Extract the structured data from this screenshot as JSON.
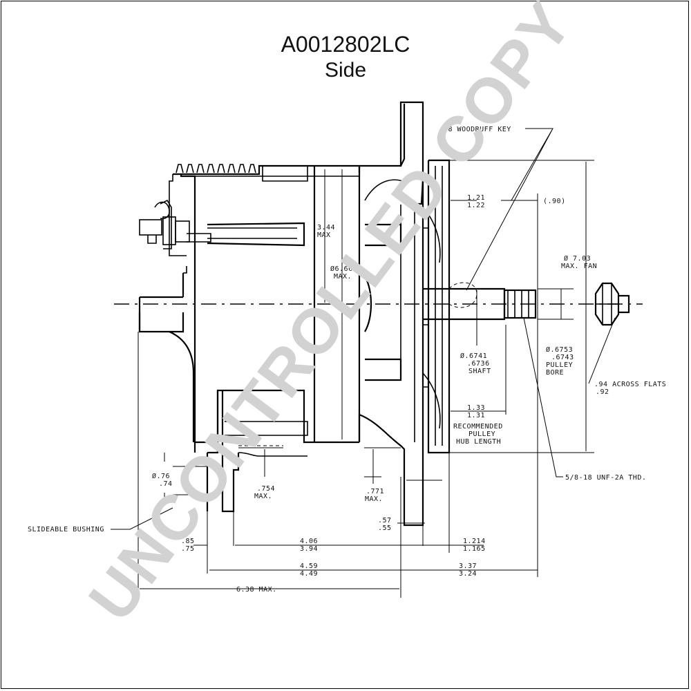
{
  "title": {
    "part_number": "A0012802LC",
    "view": "Side"
  },
  "watermark": "UNCONTROLLED COPY",
  "dimensions": {
    "woodruff_key": "#8 WOODRUFF KEY",
    "d_121": "1.21",
    "d_122": "1.22",
    "d_090": "(.90)",
    "fan_dia_1": "Ø 7.03",
    "fan_dia_2": "MAX. FAN",
    "d_344": "3.44",
    "d_344_max": "MAX",
    "body_dia_1": "Ø6.66",
    "body_dia_2": "MAX.",
    "shaft_1": "Ø.6741",
    "shaft_2": ".6736",
    "shaft_3": "SHAFT",
    "bore_1": "Ø.6753",
    "bore_2": ".6743",
    "bore_3": "PULLEY",
    "bore_4": "BORE",
    "flats_1": ".94 ACROSS FLATS",
    "flats_2": ".92",
    "hub_1": "1.33",
    "hub_2": "1.31",
    "hub_3": "RECOMMENDED",
    "hub_4": "PULLEY",
    "hub_5": "HUB LENGTH",
    "thread": "5/8-18 UNF-2A THD.",
    "bush_dia_1": "Ø.76",
    "bush_dia_2": ".74",
    "d_754_1": ".754",
    "d_754_2": "MAX.",
    "d_771_1": ".771",
    "d_771_2": "MAX.",
    "bushing": "SLIDEABLE BUSHING",
    "d_057": ".57",
    "d_055": ".55",
    "d_085": ".85",
    "d_075": ".75",
    "d_406": "4.06",
    "d_394": "3.94",
    "d_1214": "1.214",
    "d_1165": "1.165",
    "d_459": "4.59",
    "d_449": "4.49",
    "d_337": "3.37",
    "d_324": "3.24",
    "d_638": "6.38 MAX."
  }
}
